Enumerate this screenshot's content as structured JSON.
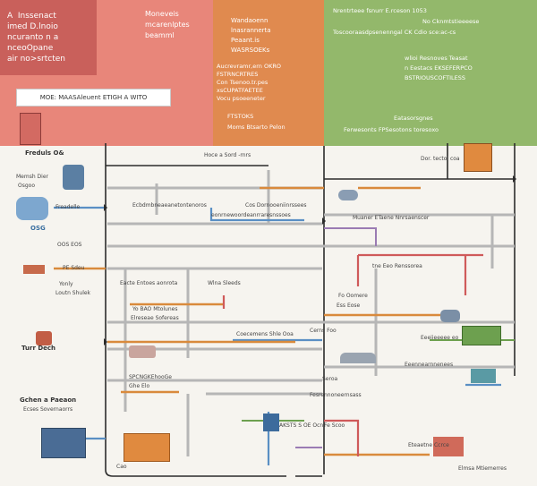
{
  "panels": {
    "red": {
      "card_lines": [
        "A  Inssenact",
        "imed D.lnoio",
        "ncuranto n a",
        "nceoOpane",
        "air no>srtcten"
      ],
      "body_lines": [
        "Moneveis",
        "mcarenlptes",
        "beamml"
      ],
      "mode_label": "MOE: MAASAleuent ETIGH A WITO"
    },
    "orange": {
      "lines_top": [
        "Wandaoenn",
        "lnasrannerta",
        "Peaant.is",
        "WASRSOEKs"
      ],
      "lines_mid": [
        "Aucrevramr,ern OKRO",
        "FSTRNCRTRES",
        "Con Tsenoo.tr.pes",
        "xsCUPATFAETEE",
        "Vocu psoeeneter"
      ],
      "lines_bottom": [
        "FTSTOKS",
        "Moms Btsarto Pelon"
      ]
    },
    "green": {
      "lines_top": [
        "Nrentrteee fsnurr E.rceson 1053",
        "No Cknmtstieeeese",
        "Toscooraasdpsenenngal CK Cdio sce:ac-cs"
      ],
      "lines_mid": [
        "wlioi Resnoves Teasat",
        "n Eestacs EKSEFERPCO",
        "BSTRIOUSCOFTILESS"
      ],
      "lines_bottom": [
        "Eatasorsgnes",
        "Ferwesonts FPSesotons toresoxo"
      ]
    }
  },
  "left_labels": [
    "Freduls O&",
    "Memsh Dier",
    "Osgoo",
    "Freadelle",
    "OSG",
    "OOS EOS",
    "PE Sdeu",
    "Yonly",
    "Loutn Shulek",
    "Turr Dech",
    "Gchen a Paeaon",
    "Ecses Sovernaorrs"
  ],
  "flow_labels": [
    "Hoce a Sord -rnrs",
    "Dor. tectol coa",
    "Cos Dornooeniinrssees",
    "eonrnewoordeanrraresnssoes",
    "Ecbdmbneaeanetontenoros",
    "Muaner ETaene Nnrsaenscer",
    "tne Eeo Renssorea",
    "Wlna Sleeds",
    "Eacte Entoes aonrota",
    "Fo Oomere",
    "Ess Eose",
    "Yo BAO Mtolunes",
    "Elreseae Sofereas",
    "Cerns Foo",
    "Coecemens Shle Ooa",
    "SPCNGKEhooGe",
    "Ghe Elo",
    "Seroa",
    "Fesrennoneernsass",
    "AKSTS S OE Ocn",
    "Fe Scoo",
    "Eteaetne Ccrce",
    "Elmsa Mtiemerres",
    "Eeeiieeeee eo",
    "Eeennearnnenees",
    "Cao"
  ],
  "colors": {
    "panel_red": "#e8867a",
    "panel_red_dark": "#c9605b",
    "panel_orange": "#e08a4f",
    "panel_green": "#93b86b",
    "pipe_dark": "#2b2b2b",
    "pipe_blue": "#5a8fc4",
    "pipe_orange": "#d98a3c",
    "pipe_red": "#cf5a5a",
    "pipe_grey": "#b6b6b6",
    "pipe_purple": "#9a7bb3"
  }
}
